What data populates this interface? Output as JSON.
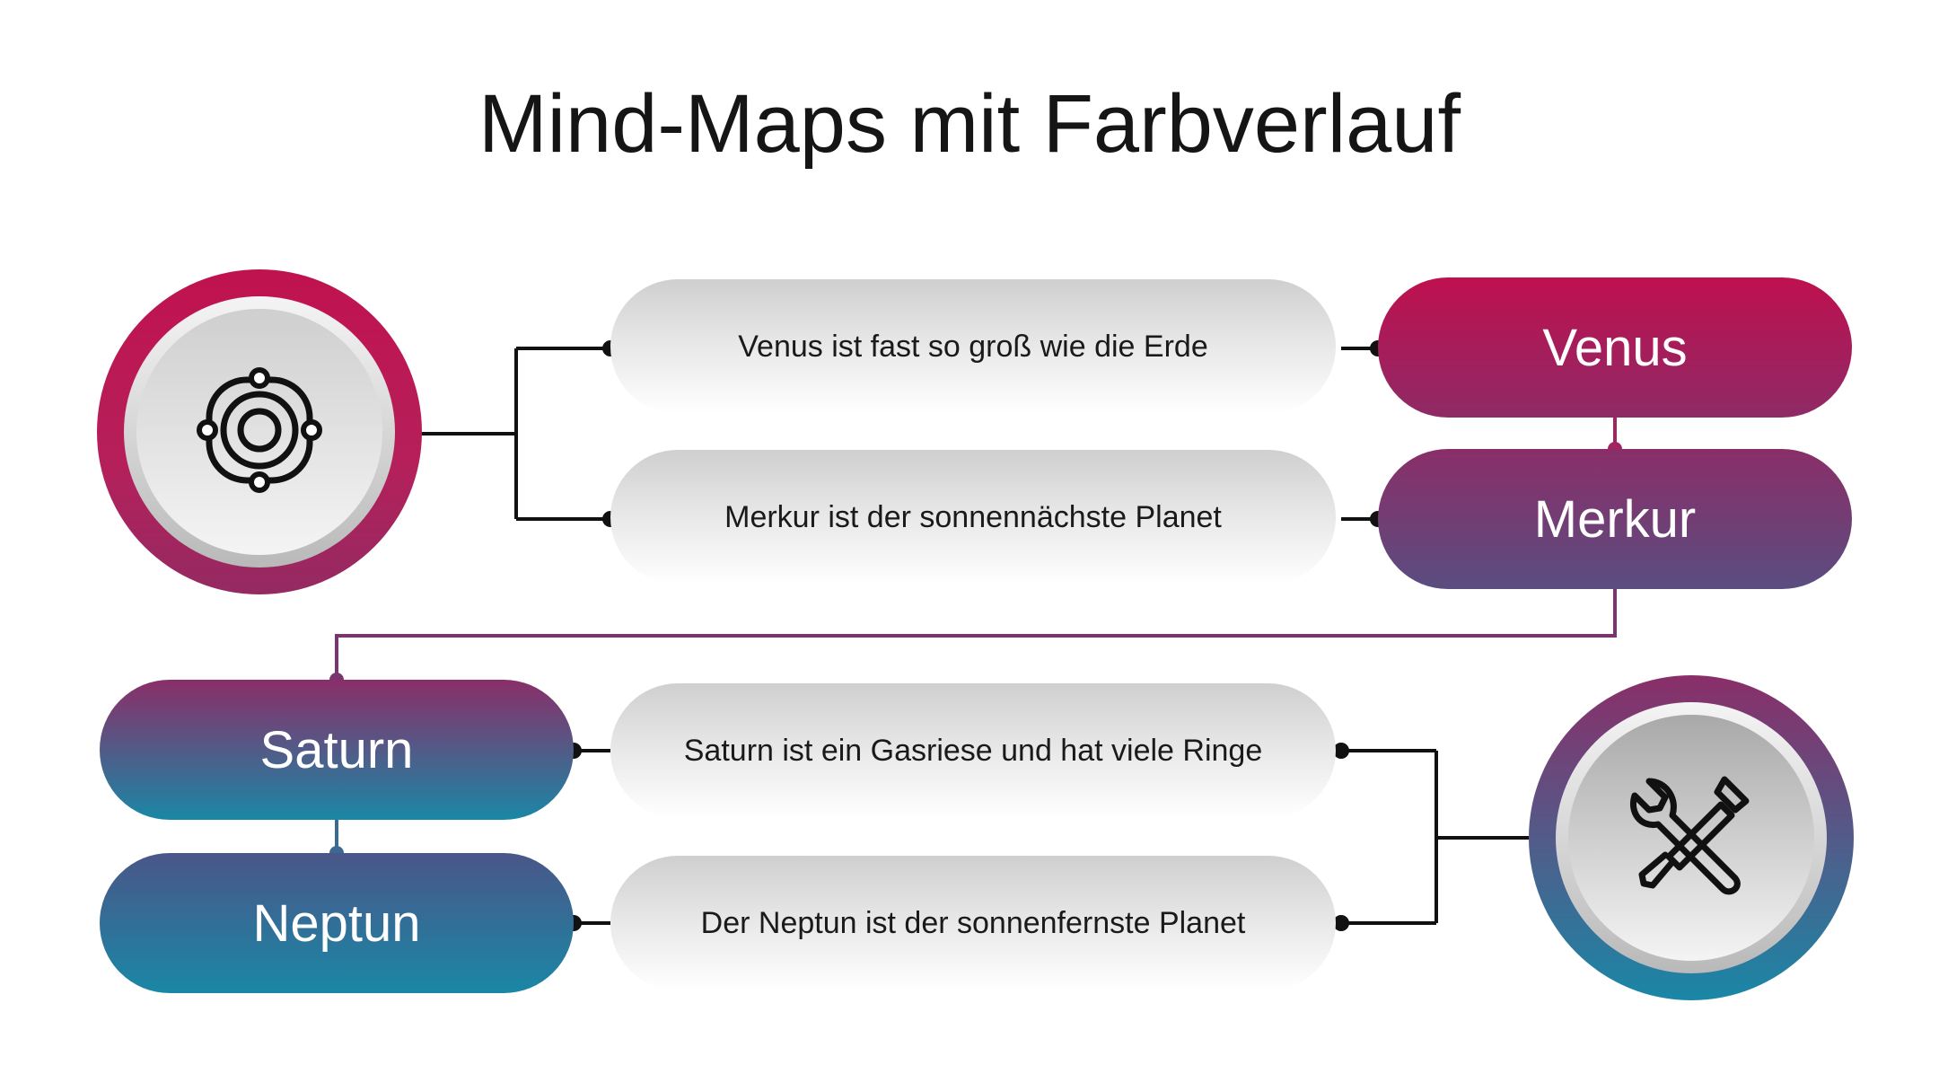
{
  "title": "Mind-Maps mit Farbverlauf",
  "top_group": {
    "hub_icon": "lifebuoy-icon",
    "rows": [
      {
        "description": "Venus ist fast so groß wie die Erde",
        "label": "Venus"
      },
      {
        "description": "Merkur ist der sonnennächste Planet",
        "label": "Merkur"
      }
    ]
  },
  "bottom_group": {
    "hub_icon": "tools-icon",
    "rows": [
      {
        "description": "Saturn ist ein Gasriese und hat viele Ringe",
        "label": "Saturn"
      },
      {
        "description": "Der Neptun ist der sonnenfernste Planet",
        "label": "Neptun"
      }
    ]
  },
  "colors": {
    "magenta": "#bf104f",
    "purple": "#8a2e68",
    "teal": "#1a87a6",
    "connector": "#111111"
  }
}
